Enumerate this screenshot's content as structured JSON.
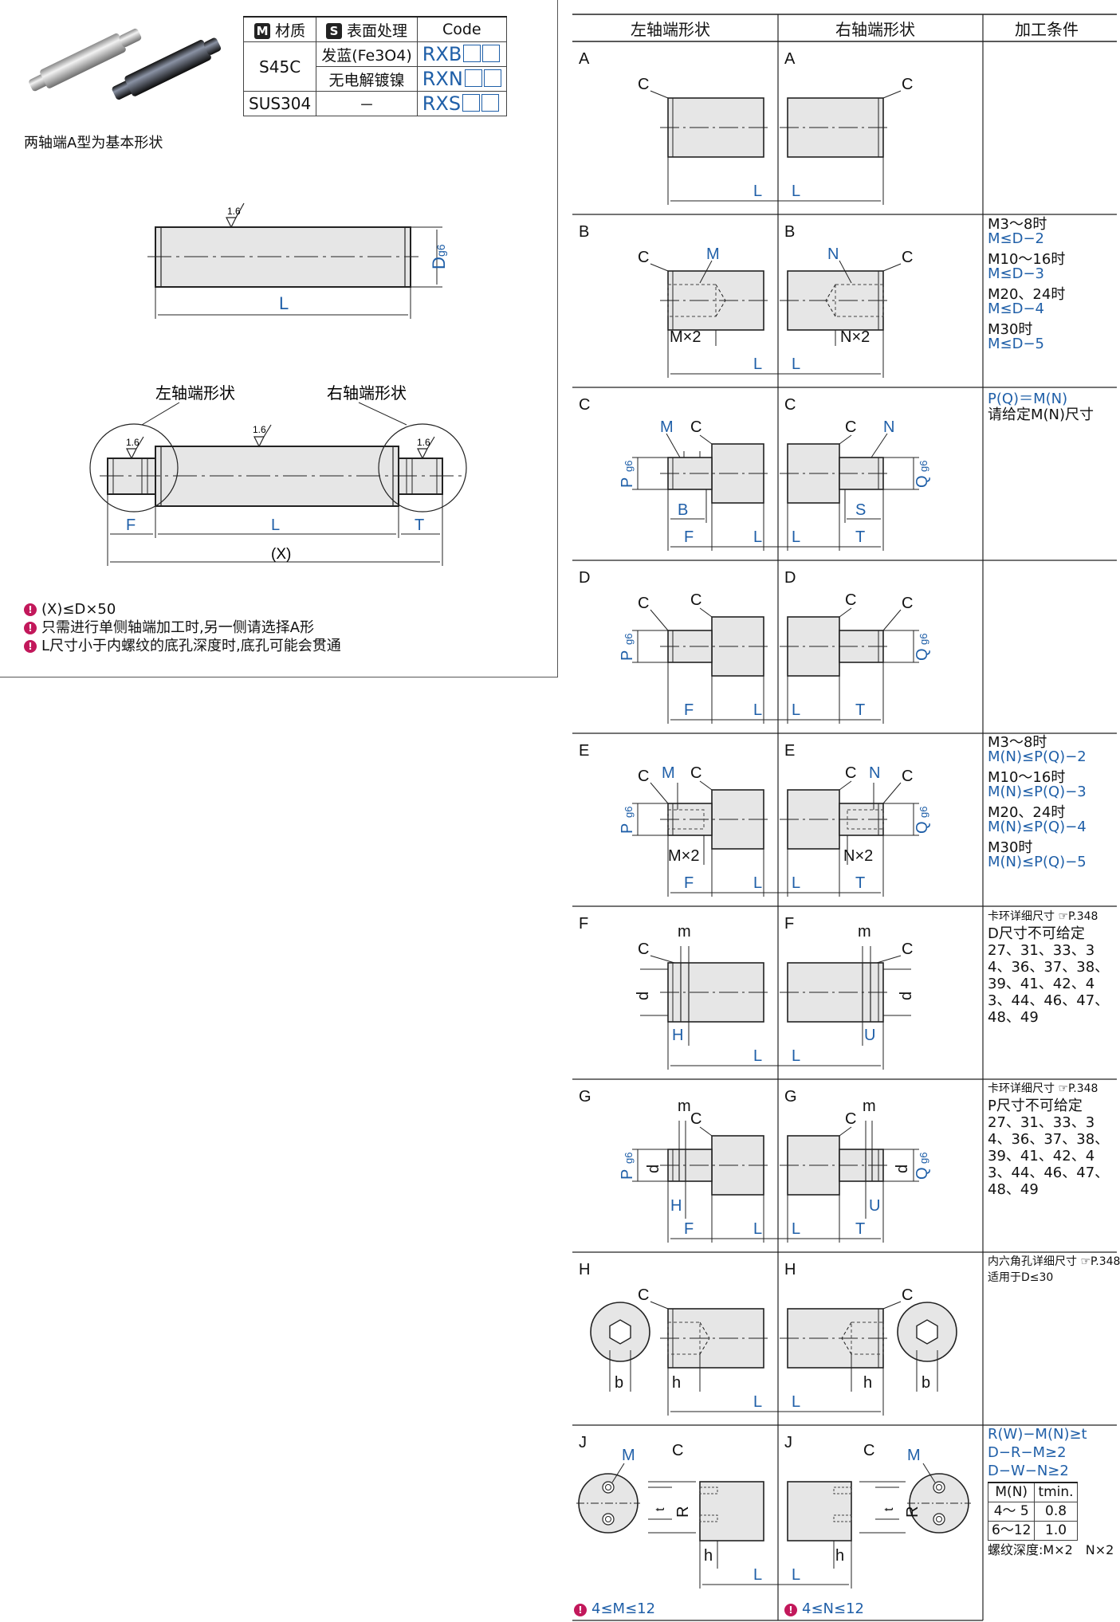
{
  "table": {
    "header_material": "材质",
    "header_material_mark": "M",
    "header_surface": "表面处理",
    "header_surface_mark": "S",
    "header_code": "Code",
    "rows": [
      {
        "material": "S45C",
        "surface": "发蓝(Fe3O4)",
        "code": "RXB"
      },
      {
        "material": "",
        "surface": "无电解镀镍",
        "code": "RXN"
      },
      {
        "material": "SUS304",
        "surface": "－",
        "code": "RXS"
      }
    ]
  },
  "basic_note": "两轴端A型为基本形状",
  "drawing1": {
    "roughness": "1.6",
    "dim_L": "L",
    "dim_D": "D",
    "dim_D_sub": "g6"
  },
  "drawing2": {
    "left_label": "左轴端形状",
    "right_label": "右轴端形状",
    "roughness": "1.6",
    "dim_F": "F",
    "dim_L": "L",
    "dim_T": "T",
    "dim_X": "(X)"
  },
  "notes": [
    "(X)≤D×50",
    "只需进行单侧轴端加工时,另一侧请选择A形",
    "L尺寸小于内螺纹的底孔深度时,底孔可能会贯通"
  ],
  "grid_header": {
    "left": "左轴端形状",
    "right": "右轴端形状",
    "cond": "加工条件"
  },
  "types": [
    "A",
    "B",
    "C",
    "D",
    "E",
    "F",
    "G",
    "H",
    "J"
  ],
  "conditions": {
    "B": [
      [
        "M3～8时",
        "M≤D−2"
      ],
      [
        "M10～16时",
        "M≤D−3"
      ],
      [
        "M20、24时",
        "M≤D−4"
      ],
      [
        "M30时",
        "M≤D−5"
      ]
    ],
    "C": [
      "P(Q)＝M(N)",
      "请给定M(N)尺寸"
    ],
    "E": [
      [
        "M3～8时",
        "M(N)≤P(Q)−2"
      ],
      [
        "M10～16时",
        "M(N)≤P(Q)−3"
      ],
      [
        "M20、24时",
        "M(N)≤P(Q)−4"
      ],
      [
        "M30时",
        "M(N)≤P(Q)−5"
      ]
    ],
    "F": {
      "ref": "卡环详细尺寸",
      "page": "P.348",
      "title": "D尺寸不可给定",
      "values": "27、31、33、34、36、37、38、39、41、42、43、44、46、47、48、49"
    },
    "G": {
      "ref": "卡环详细尺寸",
      "page": "P.348",
      "title": "P尺寸不可给定",
      "values": "27、31、33、34、36、37、38、39、41、42、43、44、46、47、48、49"
    },
    "H": {
      "ref": "内六角孔详细尺寸",
      "page": "P.348",
      "apply": "适用于D≤30"
    },
    "J": {
      "formulas": [
        "R(W)−M(N)≥t",
        "D−R−M≥2",
        "D−W−N≥2"
      ],
      "tmin_headers": [
        "M(N)",
        "tmin."
      ],
      "tmin_rows": [
        [
          "4～ 5",
          "0.8"
        ],
        [
          "6～12",
          "1.0"
        ]
      ],
      "depth": "螺纹深度:M×2　N×2"
    }
  },
  "j_notes": {
    "left": "4≤M≤12",
    "right": "4≤N≤12"
  },
  "labels": {
    "C": "C",
    "L": "L",
    "M": "M",
    "N": "N",
    "MX2": "M×2",
    "NX2": "N×2",
    "P": "P",
    "Q": "Q",
    "g6": "g6",
    "B": "B",
    "S": "S",
    "F": "F",
    "T": "T",
    "m": "m",
    "d": "d",
    "H": "H",
    "U": "U",
    "h": "h",
    "b": "b",
    "R": "R",
    "t": "t"
  }
}
